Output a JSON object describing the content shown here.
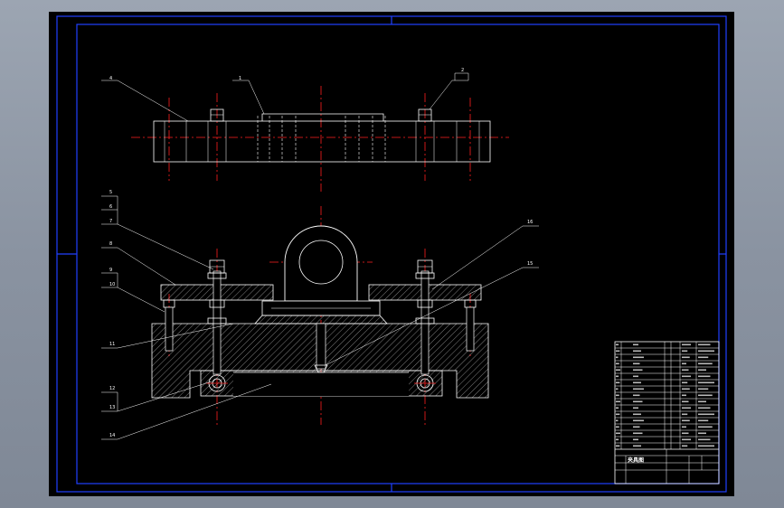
{
  "balloons": {
    "b1": "1",
    "b2": "2",
    "b4": "4",
    "b5": "5",
    "b6": "6",
    "b7": "7",
    "b8": "8",
    "b9": "9",
    "b10": "10",
    "b11": "11",
    "b12": "12",
    "b13": "13",
    "b14": "14",
    "b15": "15",
    "b16": "16"
  },
  "title_block": {
    "drawing_name": "夹具图"
  },
  "colors": {
    "sheet": "#000000",
    "frame": "#2040ff",
    "outline": "#ffffff",
    "centerline": "#ff2020",
    "window": "#8e97a4"
  }
}
